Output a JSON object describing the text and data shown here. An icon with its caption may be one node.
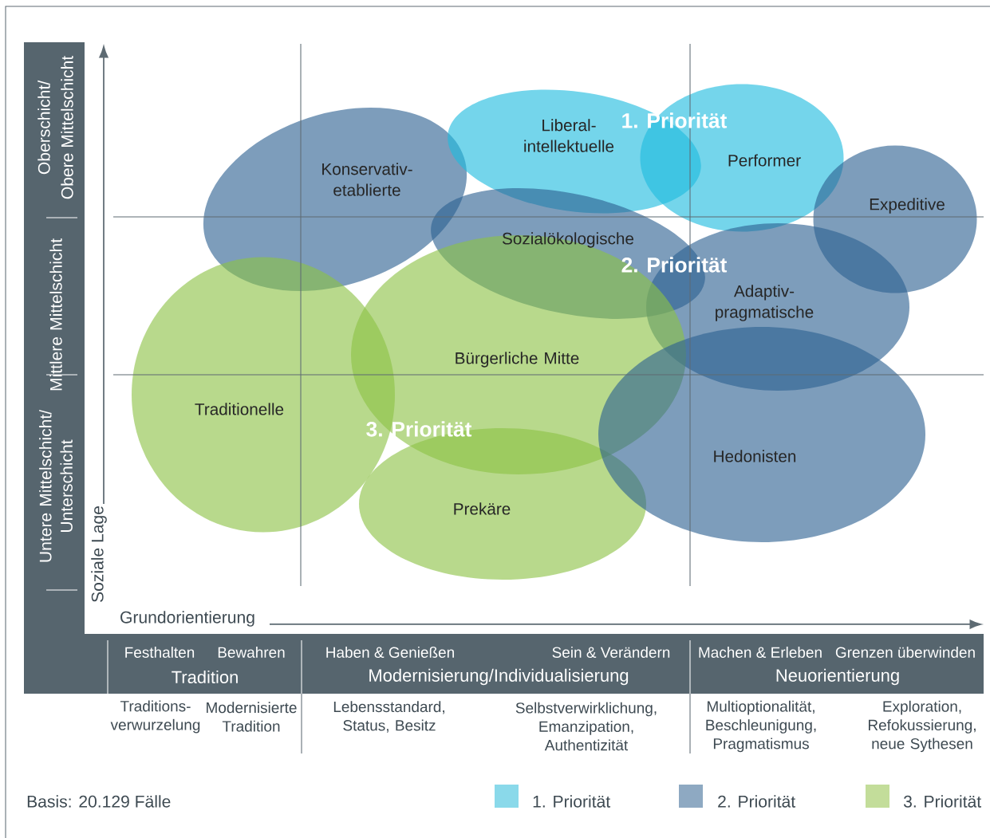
{
  "diagram": {
    "nodes": [
      {
        "text": [
          "Konservativ- etablierte"
        ]
      },
      {
        "text": [
          "Liberal- intellektuelle"
        ]
      },
      {
        "text": [
          "Performer"
        ]
      },
      {
        "text": [
          "Expeditive"
        ]
      },
      {
        "text": [
          "Sozialökologische"
        ]
      },
      {
        "text": [
          "Adaptiv- pragmatische"
        ]
      },
      {
        "text": [
          "Bürgerliche Mitte"
        ]
      },
      {
        "text": [
          "Traditionelle"
        ]
      },
      {
        "text": [
          "Prekäre"
        ]
      },
      {
        "text": [
          "Hedonisten"
        ]
      }
    ],
    "labels": [
      "1. Priorität",
      "2. Priorität",
      "3. Priorität",
      "Oberschicht/",
      "Obere Mittelschicht",
      "Mittlere Mittelschicht",
      "Untere Mittelschicht/ Unterschicht",
      "Soziale Lage",
      "Grundorientierung",
      "Festhalten",
      "Bewahren",
      "Haben & Genießen",
      "Sein & Verändern",
      "Machen & Erleben",
      "Grenzen überwinden",
      "Tradition",
      "Modernisierung/Individualisierung",
      "Neuorientierung",
      "Traditions- verwurzelung",
      "Modernisierte Tradition",
      "Lebensstandard, Status, Besitz",
      "Selbstverwirklichung, Emanzipation, Authentizität",
      "Multioptionalität, Beschleunigung, Pragmatismus",
      "Exploration, Refokussierung, neue Sythesen",
      "Basis: 20.129 Fälle"
    ],
    "legend": [
      {
        "text": "1. Priorität",
        "color": "#8ad9ea"
      },
      {
        "text": "2. Priorität",
        "color": "#8ea9c2"
      },
      {
        "text": "3. Priorität",
        "color": "#c3dd9a"
      }
    ]
  }
}
